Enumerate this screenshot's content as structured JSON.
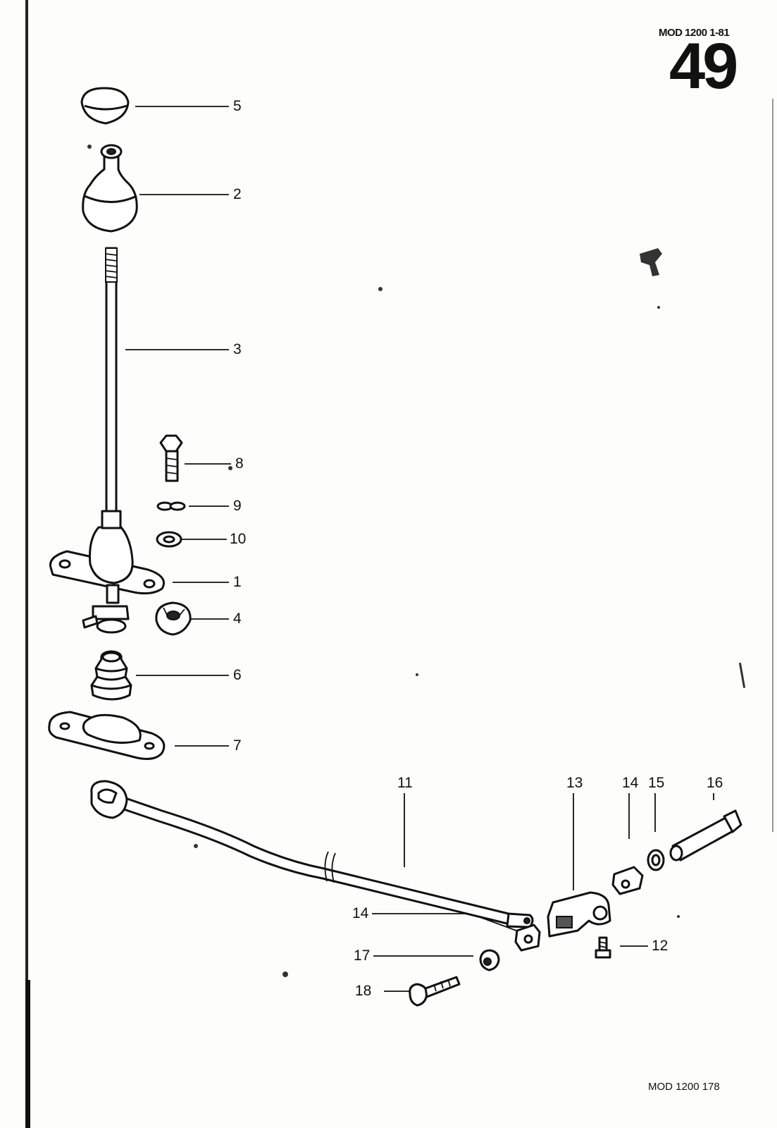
{
  "header": {
    "model_code": "MOD 1200  1-81",
    "page_number": "49"
  },
  "footer": {
    "reference": "MOD 1200  178"
  },
  "callouts": {
    "p1": "1",
    "p2": "2",
    "p3": "3",
    "p4": "4",
    "p5": "5",
    "p6": "6",
    "p7": "7",
    "p8": "8",
    "p9": "9",
    "p10": "10",
    "p11": "11",
    "p12": "12",
    "p13": "13",
    "p14a": "14",
    "p14b": "14",
    "p15": "15",
    "p16": "16",
    "p17": "17",
    "p18": "18"
  }
}
